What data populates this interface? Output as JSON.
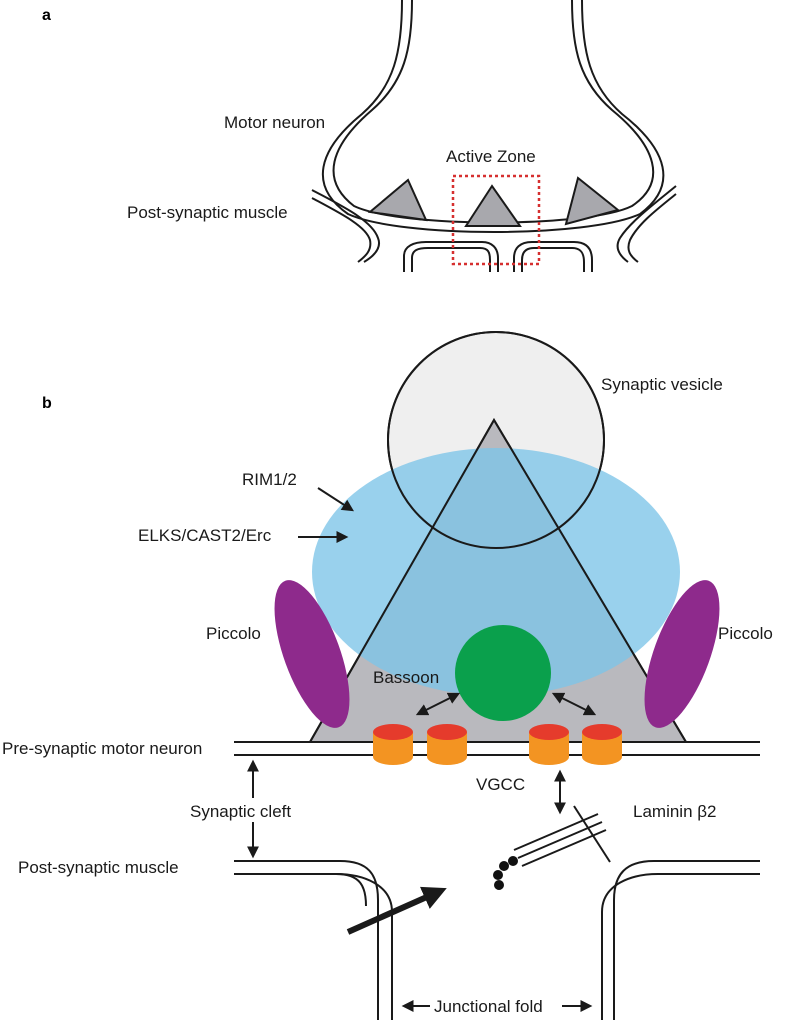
{
  "panel_a": {
    "panel_label": "a",
    "motor_neuron_label": "Motor neuron",
    "active_zone_label": "Active Zone",
    "postsynaptic_muscle_label": "Post-synaptic muscle"
  },
  "panel_b": {
    "panel_label": "b",
    "synaptic_vesicle_label": "Synaptic vesicle",
    "rim_label": "RIM1/2",
    "elks_label": "ELKS/CAST2/Erc",
    "piccolo_left_label": "Piccolo",
    "piccolo_right_label": "Piccolo",
    "bassoon_label": "Bassoon",
    "presynaptic_label": "Pre-synaptic motor neuron",
    "vgcc_label": "VGCC",
    "synaptic_cleft_label": "Synaptic cleft",
    "laminin_label": "Laminin β2",
    "postsynaptic_label": "Post-synaptic muscle",
    "junctional_fold_label": "Junctional fold"
  },
  "colors": {
    "vesicle_fill": "#efefef",
    "rim_elks_blue": "#7cc4e8",
    "piccolo_purple": "#8e2a8c",
    "bassoon_green": "#0aa04c",
    "triangle_gray": "#b9b9be",
    "vgcc_top_red": "#e53b2c",
    "vgcc_body_orange": "#f39422",
    "active_zone_box_red": "#d62f2f"
  }
}
